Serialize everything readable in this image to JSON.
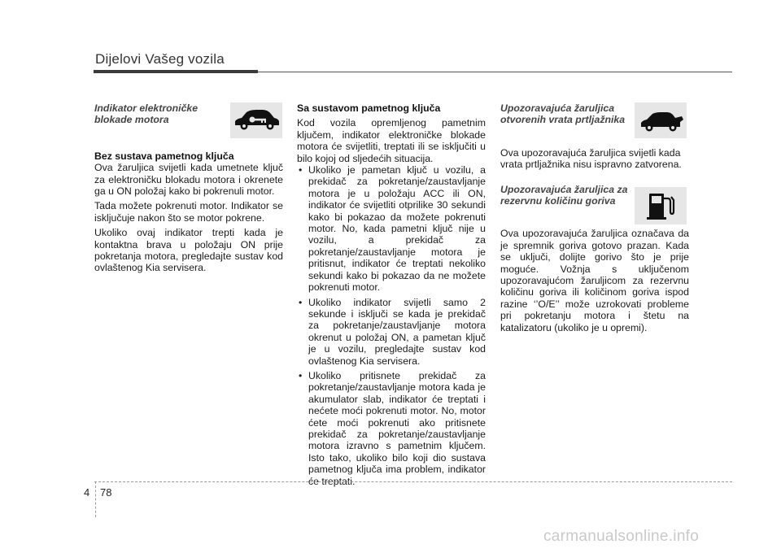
{
  "header": {
    "title": "Dijelovi Vašeg vozila"
  },
  "col1": {
    "heading_line1": "Indikator elektroničke",
    "heading_line2": "blokade motora",
    "subheading": "Bez sustava pametnog ključa",
    "p1": "Ova žaruljica svijetli kada umetnete ključ za elektroničku blokadu motora i okrenete ga u ON položaj kako bi pokrenuli motor.",
    "p2": "Tada možete pokrenuti motor. Indikator se isključuje nakon što se motor pokrene.",
    "p3": "Ukoliko ovaj indikator trepti kada je kontaktna brava u položaju ON prije pokretanja motora, pregledajte sustav kod ovlaštenog Kia servisera.",
    "icon": "immobilizer-car-key-icon"
  },
  "col2": {
    "subheading": "Sa sustavom pametnog ključa",
    "intro": "Kod vozila opremljenog pametnim ključem, indikator elektroničke blokade motora će svijetliti, treptati ili se isključiti u bilo kojoj od sljedećih situacija.",
    "bullets": [
      "Ukoliko je pametan ključ u vozilu, a prekidač za pokretanje/zaustavljanje motora je u položaju ACC ili ON, indikator će svijetliti otprilike 30 sekundi kako bi pokazao da možete pokrenuti motor. No, kada pametni ključ nije u vozilu, a prekidač za pokretanje/zaustavljanje motora je pritisnut, indikator će treptati nekoliko sekundi kako bi pokazao da ne možete pokrenuti motor.",
      "Ukoliko indikator svijetli samo 2 sekunde i isključi se kada je prekidač za pokretanje/zaustavljanje motora okrenut u položaj ON, a pametan ključ je u vozilu, pregledajte sustav kod ovlaštenog Kia servisera.",
      "Ukoliko pritisnete prekidač za pokretanje/zaustavljanje motora kada je akumulator slab, indikator će treptati i nećete moći pokrenuti motor. No, motor ćete moći pokrenuti ako pritisnete prekidač za pokretanje/zaustavljanje motora izravno s pametnim ključem. Isto tako, ukoliko bilo koji dio sustava pametnog ključa ima problem, indikator će treptati."
    ]
  },
  "col3": {
    "trunk_heading_line1": "Upozoravajuća žaruljica",
    "trunk_heading_line2": "otvorenih vrata prtljažnika",
    "trunk_text": "Ova upozoravajuća žaruljica svijetli kada vrata prtljažnika nisu ispravno zatvorena.",
    "fuel_heading_line1": "Upozoravajuća žaruljica za",
    "fuel_heading_line2": "rezervnu količinu goriva",
    "fuel_text": "Ova upozoravajuća žaruljica označava da je spremnik goriva gotovo prazan. Kada se uključi, dolijte gorivo što je prije moguće. Vožnja s uključenom upozoravajućom žaruljicom za rezervnu količinu goriva ili količinom goriva ispod razine ‘’O/E’’ može uzrokovati probleme pri pokretanju motora i štetu na katalizatoru (ukoliko je u opremi).",
    "trunk_icon": "trunk-open-icon",
    "fuel_icon": "fuel-pump-icon"
  },
  "footer": {
    "chapter": "4",
    "page": "78"
  },
  "watermark": "carmanualsonline.info"
}
